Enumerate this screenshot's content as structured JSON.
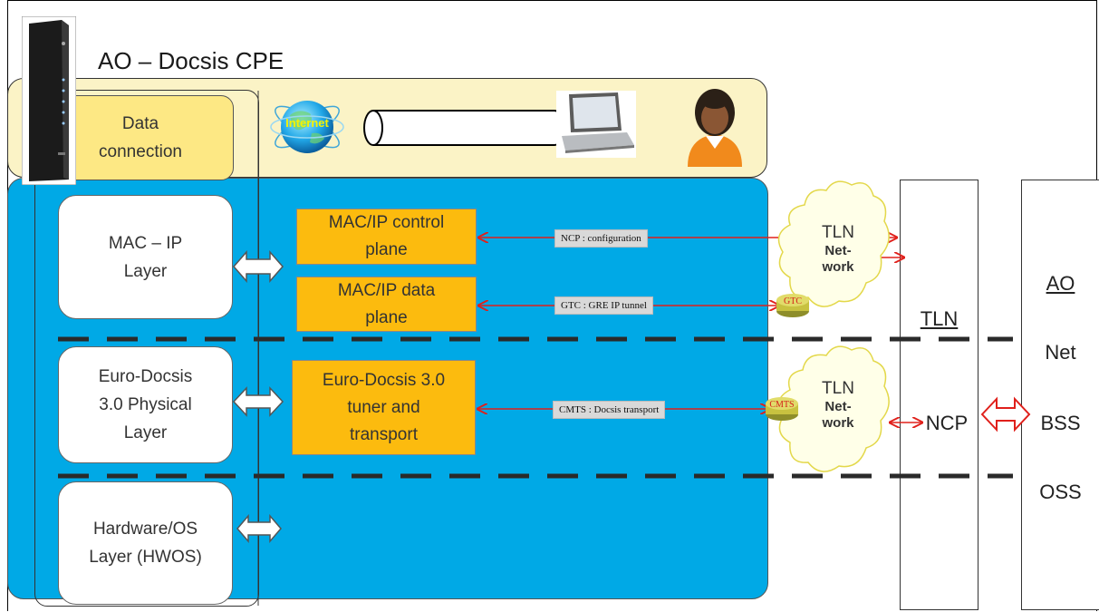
{
  "title": "AO – Docsis CPE",
  "data_connection": [
    "Data",
    "connection"
  ],
  "internet_label": "Internet",
  "layers": {
    "mac_ip": [
      "MAC – IP",
      "Layer"
    ],
    "physical": [
      "Euro-Docsis",
      "3.0 Physical",
      "Layer"
    ],
    "hwos": [
      "Hardware/OS",
      "Layer (HWOS)"
    ]
  },
  "processes": {
    "control_plane": [
      "MAC/IP control",
      "plane"
    ],
    "data_plane": [
      "MAC/IP data",
      "plane"
    ],
    "tuner": [
      "Euro-Docsis 3.0",
      "tuner and",
      "transport"
    ]
  },
  "links": {
    "ncp": "NCP : configuration",
    "gtc": "GTC : GRE IP tunnel",
    "cmts": "CMTS : Docsis transport"
  },
  "clouds": {
    "top": {
      "title": "TLN",
      "sub": [
        "Net-",
        "work"
      ]
    },
    "bottom": {
      "title": "TLN",
      "sub": [
        "Net-",
        "work"
      ]
    }
  },
  "routers": {
    "gtc": "GTC",
    "cmts": "CMTS"
  },
  "tln_ncp": {
    "tln": "TLN",
    "ncp": "NCP"
  },
  "ao": {
    "title": "AO",
    "lines": [
      "Net",
      "BSS",
      "OSS"
    ]
  },
  "colors": {
    "blue": "#00a9e6",
    "orange": "#fcbb0e",
    "yellow_band": "#fbf3c6",
    "data_conn": "#fde884",
    "arrow": "#e0201b"
  }
}
